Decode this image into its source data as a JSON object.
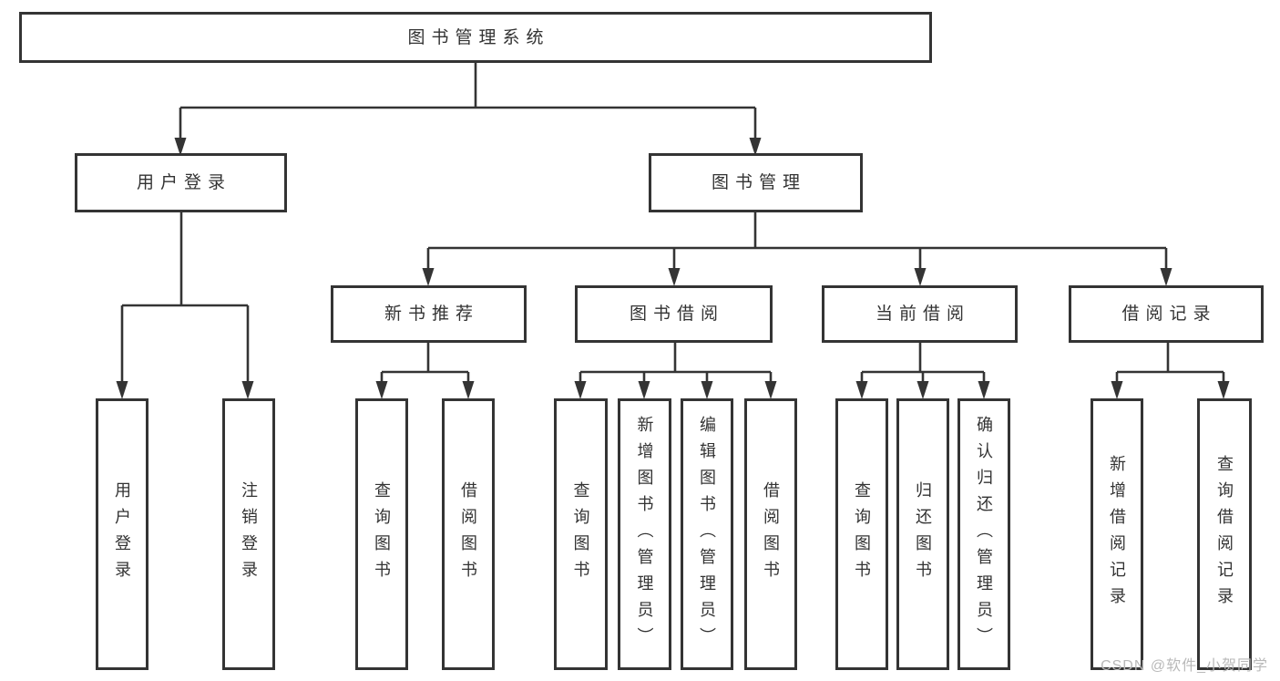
{
  "tree": {
    "label": "图书管理系统",
    "children": [
      {
        "label": "用户登录",
        "children": [
          {
            "label": "用户登录"
          },
          {
            "label": "注销登录"
          }
        ]
      },
      {
        "label": "图书管理",
        "children": [
          {
            "label": "新书推荐",
            "children": [
              {
                "label": "查询图书"
              },
              {
                "label": "借阅图书"
              }
            ]
          },
          {
            "label": "图书借阅",
            "children": [
              {
                "label": "查询图书"
              },
              {
                "label": "新增图书（管理员）"
              },
              {
                "label": "编辑图书（管理员）"
              },
              {
                "label": "借阅图书"
              }
            ]
          },
          {
            "label": "当前借阅",
            "children": [
              {
                "label": "查询图书"
              },
              {
                "label": "归还图书"
              },
              {
                "label": "确认归还（管理员）"
              }
            ]
          },
          {
            "label": "借阅记录",
            "children": [
              {
                "label": "新增借阅记录"
              },
              {
                "label": "查询借阅记录"
              }
            ]
          }
        ]
      }
    ]
  },
  "watermark": {
    "text": "CSDN @软件_小贺同学"
  },
  "colors": {
    "line": "#343434",
    "text": "#333333",
    "box_background": "#ffffff",
    "watermark": "#b9b9b9",
    "page_background": "#ffffff"
  }
}
